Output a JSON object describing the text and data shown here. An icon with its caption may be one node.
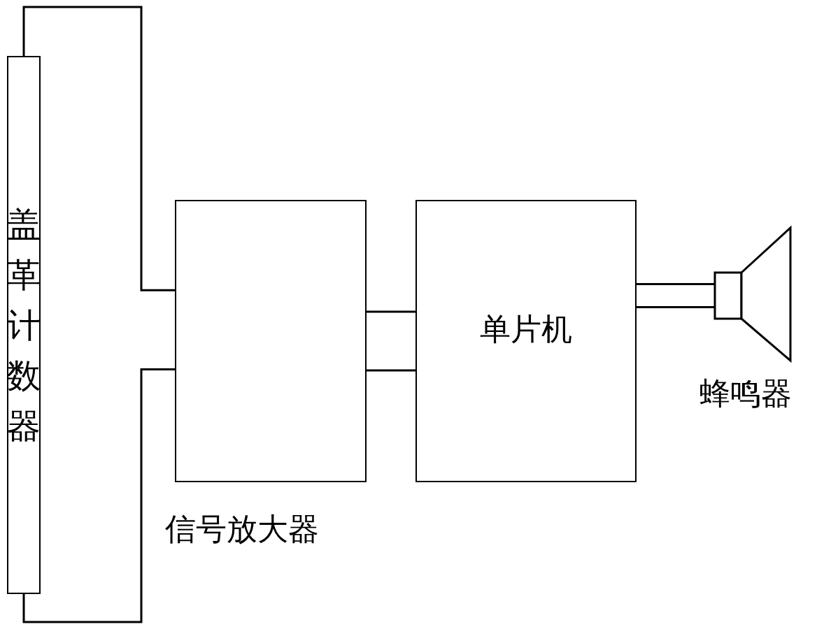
{
  "diagram": {
    "nodes": [
      {
        "text": [
          "盖革计数器"
        ]
      },
      {
        "text": [
          "信号放大器"
        ]
      },
      {
        "text": [
          "单片机"
        ]
      },
      {
        "text": [
          "蜂鸣器"
        ]
      }
    ],
    "edges": [
      {
        "from": 0,
        "to": 1,
        "arrow": "none"
      },
      {
        "from": 0,
        "to": 1,
        "arrow": "none"
      },
      {
        "from": 1,
        "to": 2,
        "arrow": "none"
      },
      {
        "from": 1,
        "to": 2,
        "arrow": "none"
      },
      {
        "from": 2,
        "to": 3,
        "arrow": "none"
      },
      {
        "from": 2,
        "to": 3,
        "arrow": "none"
      }
    ]
  }
}
